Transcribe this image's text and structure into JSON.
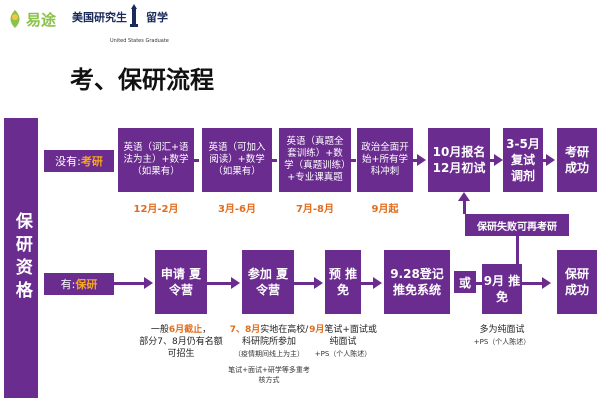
{
  "header": {
    "logo_text": "易途",
    "brand_cn": "美国研究生",
    "brand_study": "留学",
    "brand_en": "United States Graduate"
  },
  "title": "考、保研流程",
  "left_box": {
    "text": "保研资格"
  },
  "row1": {
    "label_prefix": "没有:",
    "label_emph": "考研",
    "steps": [
      {
        "text": "英语（词汇+语法为主）+数学（如果有）",
        "date": "12月-2月"
      },
      {
        "text": "英语（可加入阅读）+数学（如果有）",
        "date": "3月-6月"
      },
      {
        "text": "英语（真题全套训练）+数学（真题训练）+专业课真题",
        "date": "7月-8月"
      },
      {
        "text": "政治全面开始+所有学科冲刺",
        "date": "9月起"
      }
    ],
    "exam": "10月报名 12月初试",
    "retest": "3-5月 复试 调剂",
    "success": "考研 成功"
  },
  "fail_box": "保研失败可再考研",
  "row2": {
    "label_prefix": "有:",
    "label_emph": "保研",
    "summer_apply": "申请 夏令营",
    "summer_attend": "参加 夏令营",
    "pre": "预 推免",
    "register": "9.28登记 推免系统",
    "or": "或",
    "recommend": "9月 推免",
    "success": "保研 成功"
  },
  "notes": {
    "summer_apply": {
      "a": "一般",
      "b": "6月截止",
      "c": "，",
      "d": "部分7、8月仍有名额可招生"
    },
    "summer_attend": {
      "a": "7、8月",
      "b": "实地在高校/科研院所参加",
      "c": "（疫情期间线上为主）",
      "d": "笔试+面试+研学等多重考核方式"
    },
    "pre": {
      "a": "9月",
      "b": "笔试+面试或纯面试",
      "c": "+PS（个人陈述）"
    },
    "recommend": {
      "a": "多为纯面试",
      "b": "+PS（个人陈述）"
    }
  }
}
